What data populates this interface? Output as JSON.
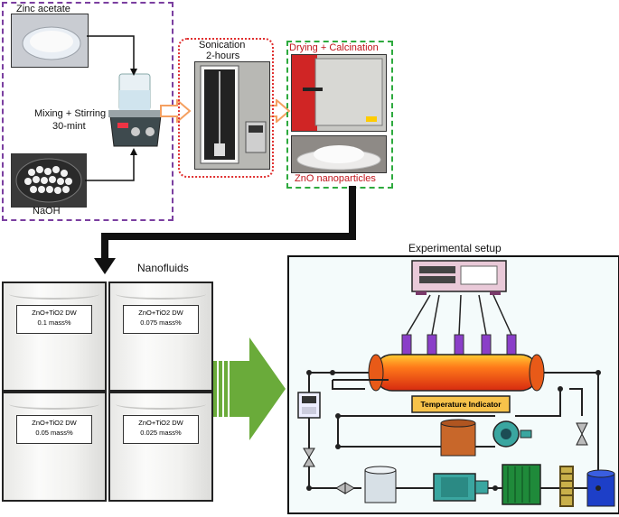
{
  "labels": {
    "zinc_acetate": "Zinc acetate",
    "naoh": "NaOH",
    "mixing_line1": "Mixing + Stirring",
    "mixing_line2": "30-mint",
    "sonication_line1": "Sonication",
    "sonication_line2": "2-hours",
    "drying": "Drying + Calcination",
    "zno_np": "ZnO nanoparticles",
    "nanofluids": "Nanofluids",
    "experimental_setup": "Experimental setup",
    "temperature_indicator": "Temperature Indicator"
  },
  "samples": [
    {
      "line1": "ZnO+TiO2 DW",
      "line2": "0.1 mass%"
    },
    {
      "line1": "ZnO+TiO2 DW",
      "line2": "0.075 mass%"
    },
    {
      "line1": "ZnO+TiO2 DW",
      "line2": "0.05 mass%"
    },
    {
      "line1": "ZnO+TiO2 DW",
      "line2": "0.025 mass%"
    }
  ],
  "colors": {
    "purple_box": "#7b3fa0",
    "red_box": "#e03030",
    "green_box": "#2eaa3e",
    "orange_arrow": "#f5a060",
    "green_arrow": "#6aab3a",
    "label_red": "#c0141b"
  }
}
